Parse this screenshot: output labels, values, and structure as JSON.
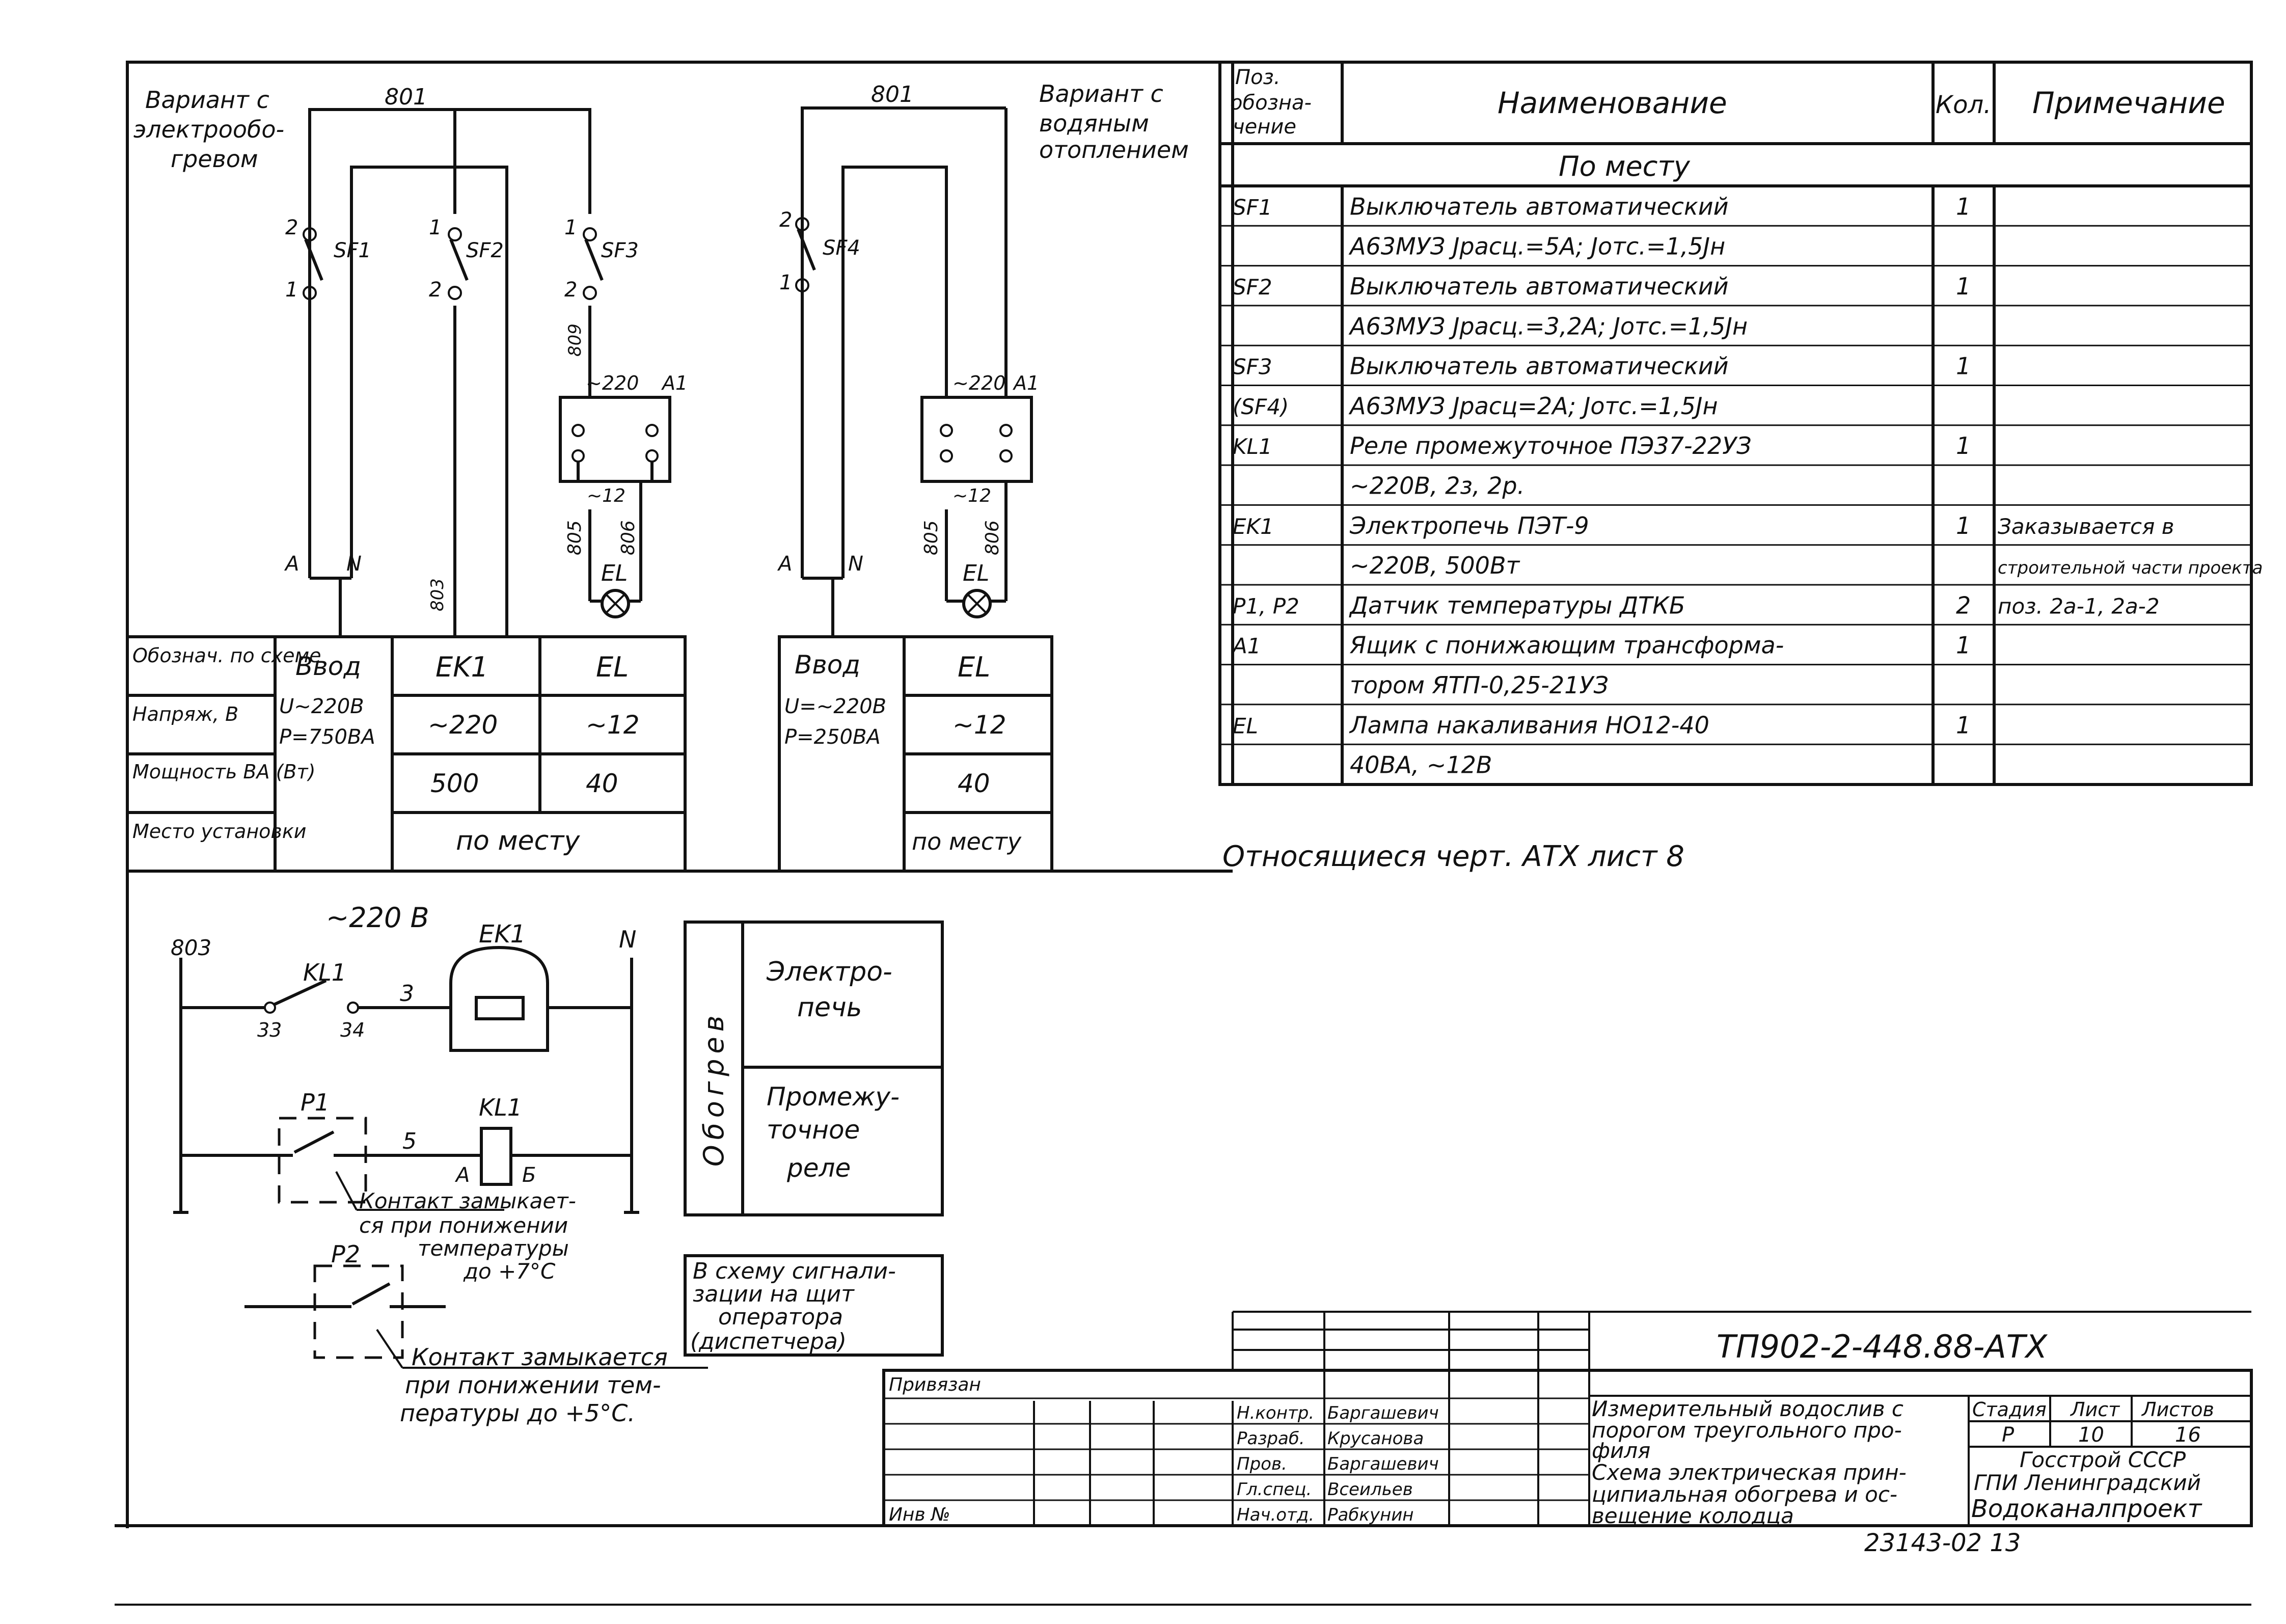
{
  "variants": {
    "left_label": [
      "Вариант с",
      "электрообо-",
      "гревом"
    ],
    "right_label": [
      "Вариант с",
      "водяным",
      "отоплением"
    ],
    "wire_801": "801"
  },
  "left_schematic": {
    "sf1": "SF1",
    "sf2": "SF2",
    "sf3": "SF3",
    "t2": "2",
    "t1": "1",
    "w809": "809",
    "w803": "803",
    "w805": "805",
    "w806": "806",
    "v220": "~220",
    "a1": "A1",
    "v12": "~12",
    "el": "EL",
    "phase_a": "A",
    "neutral_n": "N"
  },
  "right_schematic": {
    "sf4": "SF4",
    "t2": "2",
    "t1": "1",
    "w805": "805",
    "w806": "806",
    "v220": "~220",
    "a1": "A1",
    "v12": "~12",
    "el": "EL",
    "phase_a": "A",
    "neutral_n": "N"
  },
  "left_table": {
    "row_labels": [
      "Обознач. по схеме",
      "Напряж, В",
      "Мощность ВА (Вт)",
      "Место установки"
    ],
    "vvod": [
      "Ввод",
      "U~220В",
      "P=750ВА"
    ],
    "col_ek1": "EK1",
    "col_el": "EL",
    "ek1_voltage": "~220",
    "el_voltage": "~12",
    "ek1_power": "500",
    "el_power": "40",
    "place": "по месту"
  },
  "right_table": {
    "vvod": [
      "Ввод",
      "U=~220В",
      "P=250ВА"
    ],
    "col_el": "EL",
    "el_voltage": "~12",
    "el_power": "40",
    "place": "по месту"
  },
  "spec": {
    "headers": {
      "pos": [
        "Поз.",
        "обозна-",
        "чение"
      ],
      "name": "Наименование",
      "qty": "Кол.",
      "note": "Примечание"
    },
    "section": "По месту",
    "rows": [
      {
        "pos": "SF1",
        "name": "Выключатель автоматический",
        "qty": "1",
        "note": ""
      },
      {
        "pos": "",
        "name": "А63МУЗ Jрасц.=5А; Jотс.=1,5Jн",
        "qty": "",
        "note": ""
      },
      {
        "pos": "SF2",
        "name": "Выключатель автоматический",
        "qty": "1",
        "note": ""
      },
      {
        "pos": "",
        "name": "А63МУЗ Jрасц.=3,2А; Jотс.=1,5Jн",
        "qty": "",
        "note": ""
      },
      {
        "pos": "SF3",
        "name": "Выключатель автоматический",
        "qty": "1",
        "note": ""
      },
      {
        "pos": "(SF4)",
        "name": "А63МУЗ Jрасц=2А; Jотс.=1,5Jн",
        "qty": "",
        "note": ""
      },
      {
        "pos": "KL1",
        "name": "Реле промежуточное ПЭ37-22УЗ",
        "qty": "1",
        "note": ""
      },
      {
        "pos": "",
        "name": "~220В, 2з, 2р.",
        "qty": "",
        "note": ""
      },
      {
        "pos": "EK1",
        "name": "Электропечь ПЭТ-9",
        "qty": "1",
        "note": "Заказывается в"
      },
      {
        "pos": "",
        "name": "~220В, 500Вт",
        "qty": "",
        "note": "строительной части проекта"
      },
      {
        "pos": "P1, P2",
        "name": "Датчик температуры ДТКБ",
        "qty": "2",
        "note": "поз. 2а-1, 2а-2"
      },
      {
        "pos": "A1",
        "name": "Ящик с понижающим трансформа-",
        "qty": "1",
        "note": ""
      },
      {
        "pos": "",
        "name": "тором ЯТП-0,25-21УЗ",
        "qty": "",
        "note": ""
      },
      {
        "pos": "EL",
        "name": "Лампа накаливания НО12-40",
        "qty": "1",
        "note": ""
      },
      {
        "pos": "",
        "name": "40ВА, ~12В",
        "qty": "",
        "note": ""
      }
    ]
  },
  "related_drawings": "Относящиеся черт. АТХ лист 8",
  "heating_circuit": {
    "voltage": "~220 В",
    "w803": "803",
    "ek1": "EK1",
    "n": "N",
    "kl1": "KL1",
    "t33": "33",
    "t34": "34",
    "w3": "3",
    "p1": "P1",
    "kl1_coil": "KL1",
    "w5": "5",
    "coil_a": "А",
    "coil_b": "Б",
    "p1_note": [
      "Контакт замыкает-",
      "ся при понижении",
      "температуры",
      "до +7°С"
    ],
    "p2": "P2",
    "p2_note": [
      "Контакт замыкается",
      "при понижении тем-",
      "пературы до +5°С."
    ]
  },
  "legend": {
    "group": "Обогрев",
    "item1": [
      "Электро-",
      "печь"
    ],
    "item2": [
      "Промежу-",
      "точное",
      "реле"
    ]
  },
  "signal_note": [
    "В схему сигнали-",
    "зации на щит",
    "оператора",
    "(диспетчера)"
  ],
  "title_block": {
    "doc_code": "ТП902-2-448.88-АТХ",
    "bound": "Привязан",
    "inv": "Инв №",
    "roles": [
      "Н.контр.",
      "Разраб.",
      "Пров.",
      "Гл.спец.",
      "Нач.отд."
    ],
    "names": [
      "Баргашевич",
      "Крусанова",
      "Баргашевич",
      "Всеильев",
      "Рабкунин"
    ],
    "title_lines": [
      "Измерительный водослив с",
      "порогом треугольного про-",
      "филя",
      "Схема электрическая прин-",
      "ципиальная обогрева и ос-",
      "вещение колодца"
    ],
    "stage_label": "Стадия",
    "sheet_label": "Лист",
    "sheets_label": "Листов",
    "stage": "Р",
    "sheet": "10",
    "sheets": "16",
    "org": [
      "Госстрой СССР",
      "ГПИ Ленинградский",
      "Водоканалпроект"
    ],
    "archive_no": "23143-02 13"
  }
}
